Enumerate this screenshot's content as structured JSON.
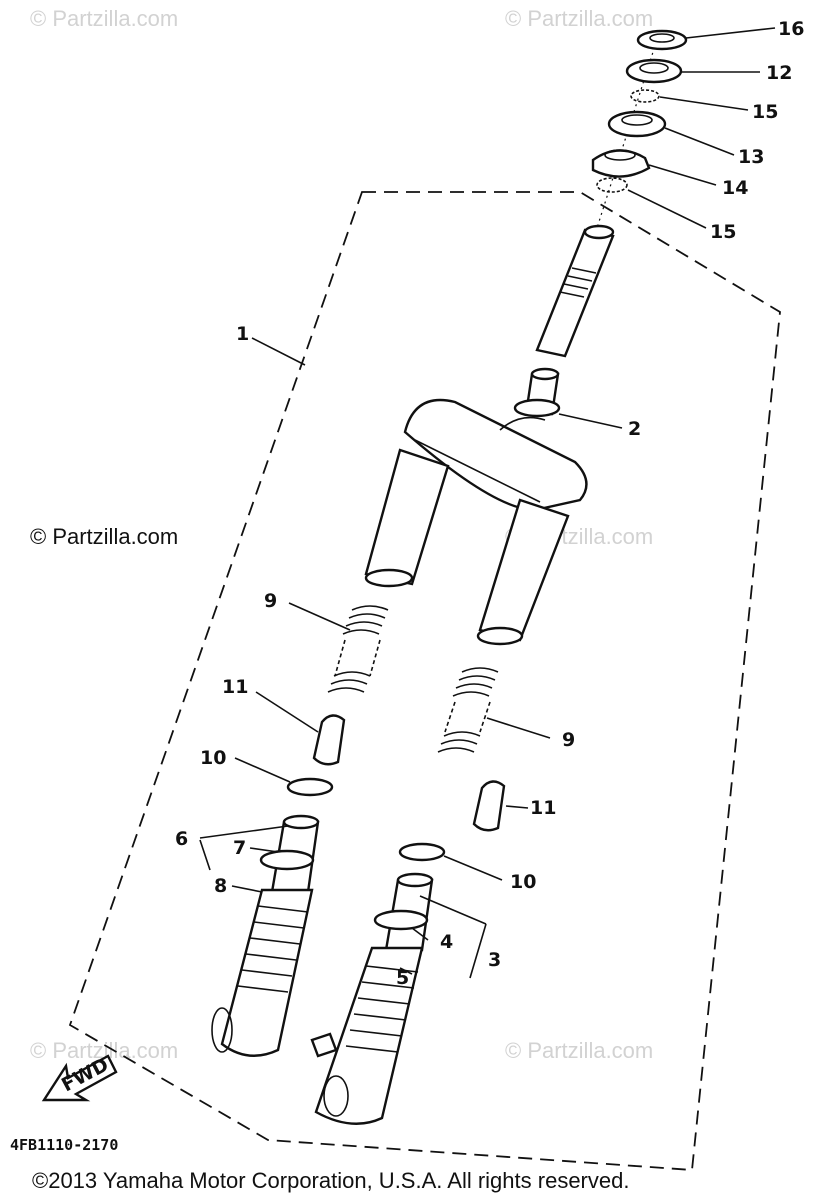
{
  "watermarks": {
    "top_left": "© Partzilla.com",
    "top_right": "© Partzilla.com",
    "middle_left": "© Partzilla.com",
    "middle_right": "© Partzilla.com",
    "bottom_left": "© Partzilla.com",
    "bottom_right": "© Partzilla.com"
  },
  "callouts": {
    "c16": "16",
    "c12": "12",
    "c15_top": "15",
    "c13": "13",
    "c14": "14",
    "c15_mid": "15",
    "c1": "1",
    "c2": "2",
    "c9_left": "9",
    "c9_right": "9",
    "c11_left": "11",
    "c11_right": "11",
    "c10_left": "10",
    "c10_right": "10",
    "c6": "6",
    "c7": "7",
    "c8": "8",
    "c4": "4",
    "c3": "3",
    "c5": "5"
  },
  "fwd_label": "FWD",
  "diagram_code": "4FB1110-2170",
  "copyright": "©2013  Yamaha Motor Corporation, U.S.A. All rights reserved."
}
